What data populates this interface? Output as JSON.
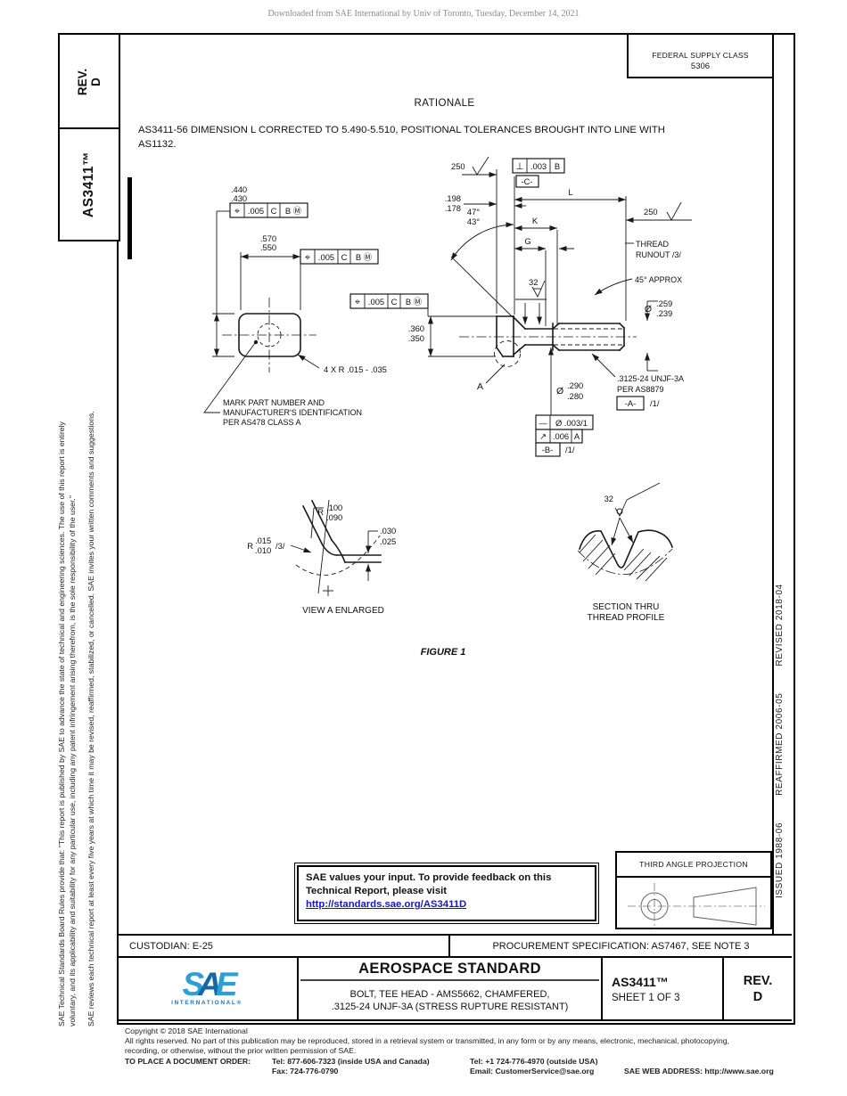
{
  "page": {
    "download_notice": "Downloaded from SAE International by Univ of Toronto, Tuesday, December 14, 2021",
    "federal_supply_class": {
      "label": "FEDERAL SUPPLY CLASS",
      "code": "5306"
    },
    "rev_tab": {
      "label": "REV.",
      "value": "D"
    },
    "doc_tab": "AS3411™",
    "legal": {
      "line1": "SAE Technical Standards Board Rules provide that: \"This report is published by SAE to advance the state of technical and engineering sciences. The use of this report is entirely",
      "line2": "voluntary, and its applicability and suitability for any particular use, including any patent infringement arising therefrom, is the sole responsibility of the user.\"",
      "line3": "SAE reviews each technical report at least every five years at which time it may be revised, reaffirmed, stabilized, or cancelled. SAE invites your written comments and suggestions."
    },
    "revision_history": {
      "issued": "ISSUED 1988-06",
      "reaffirmed": "REAFFIRMED 2006-05",
      "revised": "REVISED 2018-04"
    }
  },
  "rationale": {
    "heading": "RATIONALE",
    "line1": "AS3411-56 DIMENSION L CORRECTED TO 5.490-5.510, POSITIONAL TOLERANCES BROUGHT INTO LINE WITH",
    "line2": "AS1132."
  },
  "drawing": {
    "figure_label": "FIGURE 1",
    "sym": {
      "dia": "Ø",
      "position": "⌖",
      "perp": "⊥",
      "straight": "—",
      "runout": "↗"
    },
    "fcf_position": {
      "tol": ".005",
      "d1": "C",
      "d2": "B Ⓜ"
    },
    "fcf_perp": {
      "tol": ".003",
      "datum": "B"
    },
    "fcf_straight": "Ø .003/1",
    "fcf_runout": {
      "tol": ".006",
      "datum": "A"
    },
    "datums": {
      "a": "-A-",
      "b": "-B-",
      "c": "-C-"
    },
    "flags": {
      "f1": "/1/",
      "f3": "/3/"
    },
    "dims": {
      "head_h": [
        ".440",
        ".430"
      ],
      "head_w": [
        ".570",
        ".550"
      ],
      "head_side": [
        ".360",
        ".350"
      ],
      "head_thk": [
        ".198",
        ".178"
      ],
      "angle": [
        "47°",
        "43°"
      ],
      "len": "L",
      "grip": "K",
      "g": "G",
      "finish_250": "250",
      "finish_32": "32",
      "end_dia": [
        ".259",
        ".239"
      ],
      "shank_dia": [
        ".290",
        ".280"
      ],
      "thread_note": [
        ".3125-24 UNJF-3A",
        "PER AS8879"
      ],
      "runout_note": [
        "THREAD",
        "RUNOUT /3/"
      ],
      "chamfer_note": "45° APPROX",
      "corner_r": "4 X R .015 - .035",
      "mark_note": [
        "MARK PART NUMBER AND",
        "MANUFACTURER'S IDENTIFICATION",
        "PER AS478 CLASS A"
      ],
      "r_big": [
        "R",
        ".100",
        ".090"
      ],
      "r_small": [
        "R",
        ".015",
        ".010",
        "/3/"
      ],
      "gap": [
        ".030",
        ".025"
      ],
      "view_a_label": "A"
    },
    "captions": {
      "view_a": "VIEW A ENLARGED",
      "section1": "SECTION THRU",
      "section2": "THREAD PROFILE"
    }
  },
  "feedback": {
    "line1": "SAE values your input. To provide feedback on this",
    "line2": "Technical Report, please visit",
    "link": "http://standards.sae.org/AS3411D"
  },
  "projection": {
    "label": "THIRD ANGLE PROJECTION"
  },
  "info_row": {
    "custodian": "CUSTODIAN: E-25",
    "procurement": "PROCUREMENT SPECIFICATION: AS7467, SEE NOTE 3"
  },
  "title_block": {
    "logo": {
      "s": "S",
      "a": "A",
      "e": "E",
      "sub": "INTERNATIONAL®"
    },
    "heading": "AEROSPACE STANDARD",
    "subtitle1": "BOLT, TEE HEAD - AMS5662, CHAMFERED,",
    "subtitle2": ".3125-24 UNJF-3A (STRESS RUPTURE RESISTANT)",
    "doc_number": "AS3411™",
    "sheet": "SHEET 1 OF 3",
    "rev_label": "REV.",
    "rev": "D"
  },
  "footer": {
    "copyright": "Copyright © 2018 SAE International",
    "rights1": "All rights reserved. No part of this publication may be reproduced, stored in a retrieval system or transmitted, in any form or by any means, electronic, mechanical, photocopying,",
    "rights2": "recording, or otherwise, without the prior written permission of SAE.",
    "order_label": "TO PLACE A DOCUMENT ORDER:",
    "tel_inside": "Tel: 877-606-7323 (inside USA and Canada)",
    "tel_outside": "Tel: +1 724-776-4970 (outside USA)",
    "fax": "Fax: 724-776-0790",
    "email": "Email: CustomerService@sae.org",
    "web": "SAE WEB ADDRESS: http://www.sae.org"
  }
}
